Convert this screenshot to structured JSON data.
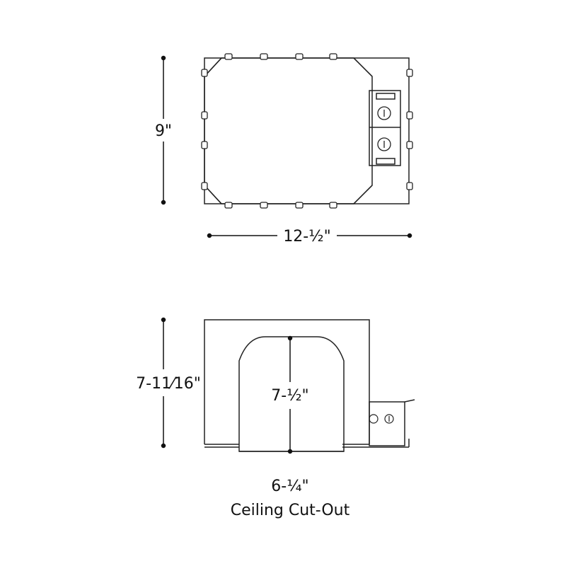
{
  "top_view": {
    "height_label": "9\"",
    "width_label": "12-½\""
  },
  "side_view": {
    "height_label": "7-11⁄16\"",
    "inner_height_label": "7-½\"",
    "cutout_label": "6-¼\"",
    "caption": "Ceiling Cut-Out"
  }
}
